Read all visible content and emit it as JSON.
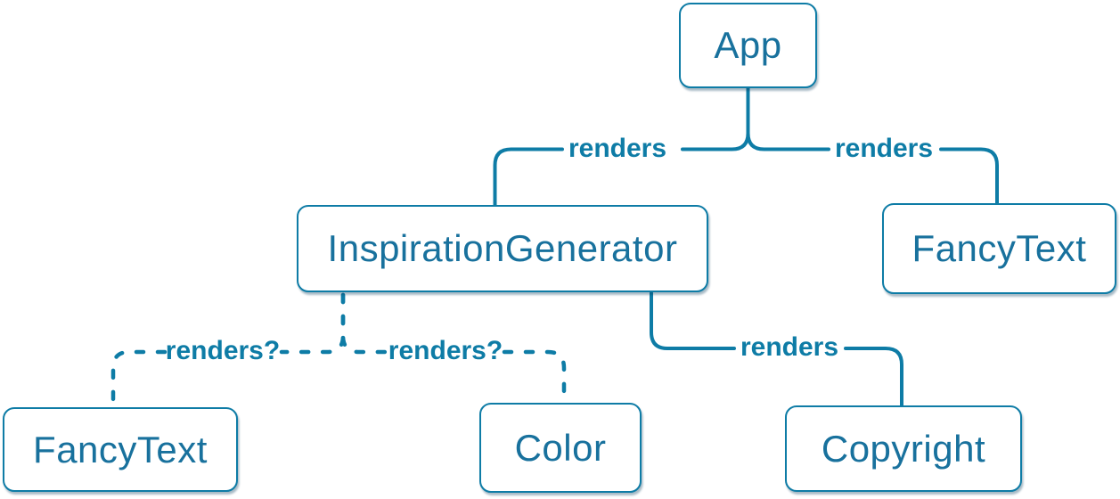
{
  "diagram": {
    "type": "component-render-tree",
    "background": "#ffffff",
    "colors": {
      "line": "#0e7ca6",
      "node_border": "#0e7ca6",
      "node_fill": "#ffffff",
      "node_text": "#18719d",
      "edge_label_text": "#0e7ca6"
    },
    "nodes": [
      {
        "id": "app",
        "label": "App"
      },
      {
        "id": "inspiration-generator",
        "label": "InspirationGenerator"
      },
      {
        "id": "fancy-text-top-right",
        "label": "FancyText"
      },
      {
        "id": "fancy-text-bottom-left",
        "label": "FancyText"
      },
      {
        "id": "color",
        "label": "Color"
      },
      {
        "id": "copyright",
        "label": "Copyright"
      }
    ],
    "edges": [
      {
        "from": "App",
        "to": "InspirationGenerator",
        "label": "renders",
        "style": "solid"
      },
      {
        "from": "App",
        "to": "FancyText",
        "label": "renders",
        "style": "solid"
      },
      {
        "from": "InspirationGenerator",
        "to": "FancyText",
        "label": "renders?",
        "style": "dashed"
      },
      {
        "from": "InspirationGenerator",
        "to": "Color",
        "label": "renders?",
        "style": "dashed"
      },
      {
        "from": "InspirationGenerator",
        "to": "Copyright",
        "label": "renders",
        "style": "solid"
      }
    ]
  }
}
